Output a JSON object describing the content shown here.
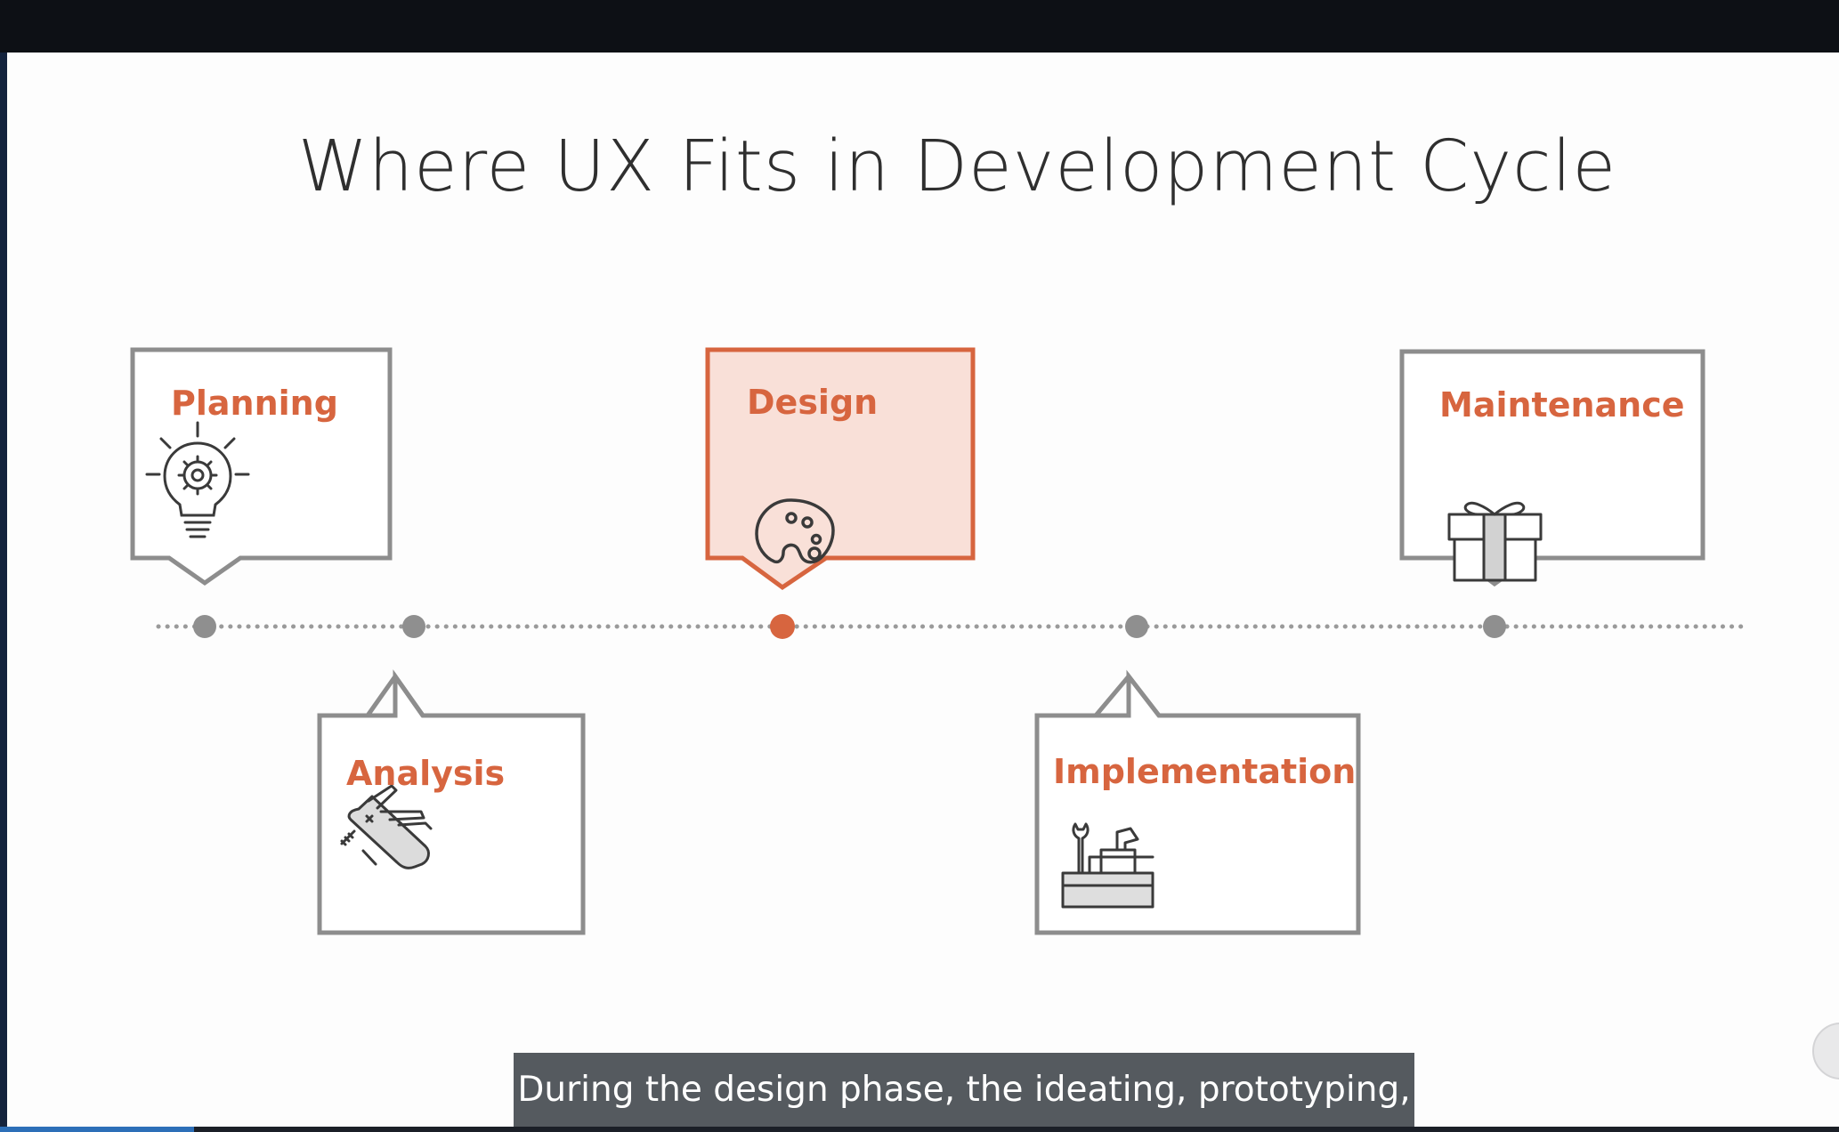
{
  "slide": {
    "title": "Where UX Fits in Development Cycle",
    "stages": [
      {
        "label": "Planning",
        "icon": "lightbulb-gear-icon",
        "active": false
      },
      {
        "label": "Analysis",
        "icon": "swiss-army-knife-icon",
        "active": false
      },
      {
        "label": "Design",
        "icon": "palette-icon",
        "active": true
      },
      {
        "label": "Implementation",
        "icon": "toolbox-icon",
        "active": false
      },
      {
        "label": "Maintenance",
        "icon": "gift-icon",
        "active": false
      }
    ]
  },
  "caption": {
    "text": "During the design phase, the ideating, prototyping,"
  },
  "colors": {
    "accent": "#d7653f",
    "active_fill": "#f9e0d8",
    "box_border": "#8d8d8d",
    "node_inactive": "#8f8f8f",
    "icon_stroke": "#3a3a3a"
  }
}
